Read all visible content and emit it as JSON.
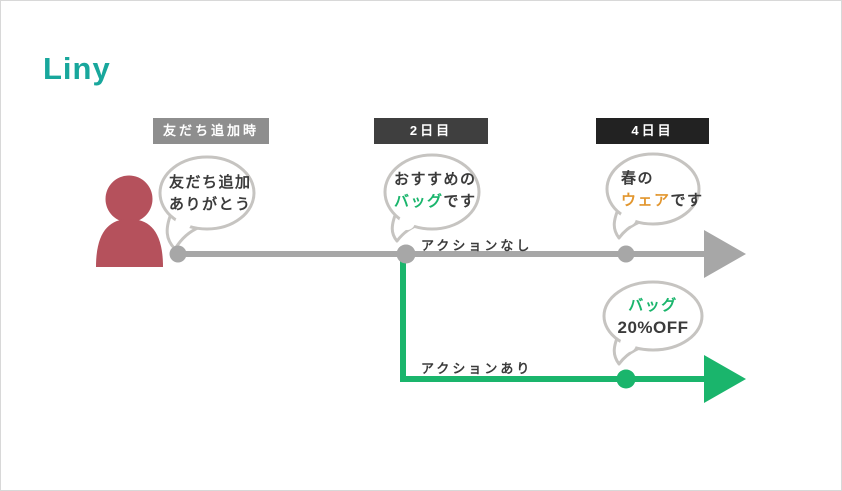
{
  "logo": {
    "text": "Liny"
  },
  "stages": [
    {
      "label": "友だち追加時"
    },
    {
      "label": "2日目"
    },
    {
      "label": "4日目"
    }
  ],
  "bubbles": [
    {
      "name": "friend-added-message",
      "lines": [
        {
          "segments": [
            {
              "text": "友だち追加"
            }
          ]
        },
        {
          "segments": [
            {
              "text": "ありがとう"
            }
          ]
        }
      ]
    },
    {
      "name": "day2-recommend-bag",
      "lines": [
        {
          "segments": [
            {
              "text": "おすすめの"
            }
          ]
        },
        {
          "segments": [
            {
              "text": "バッグ"
            },
            {
              "text": "です"
            }
          ]
        }
      ]
    },
    {
      "name": "day4-spring-wear",
      "lines": [
        {
          "segments": [
            {
              "text": "春の"
            }
          ]
        },
        {
          "segments": [
            {
              "text": "ウェア"
            },
            {
              "text": "です"
            }
          ]
        }
      ]
    },
    {
      "name": "bag-discount-offer",
      "lines": [
        {
          "segments": [
            {
              "text": "バッグ"
            }
          ]
        },
        {
          "segments": [
            {
              "text": "20%OFF"
            }
          ]
        }
      ]
    }
  ],
  "branches": [
    {
      "label": "アクションなし"
    },
    {
      "label": "アクションあり"
    }
  ],
  "icons": {
    "person": "person-icon",
    "timeline_arrow": "timeline-arrow-icon",
    "branch_arrow": "branch-arrow-icon"
  },
  "colors": {
    "brand_teal": "#18a79c",
    "accent_green": "#1ab56c",
    "accent_orange": "#e2962e",
    "person_red": "#b5515c",
    "timeline_gray": "#a7a7a7",
    "bubble_outline": "#c6c4c1",
    "stage1_bg": "#8e8e8e",
    "stage2_bg": "#3f3f3f",
    "stage3_bg": "#222222",
    "text_dark": "#3b3b3b"
  }
}
